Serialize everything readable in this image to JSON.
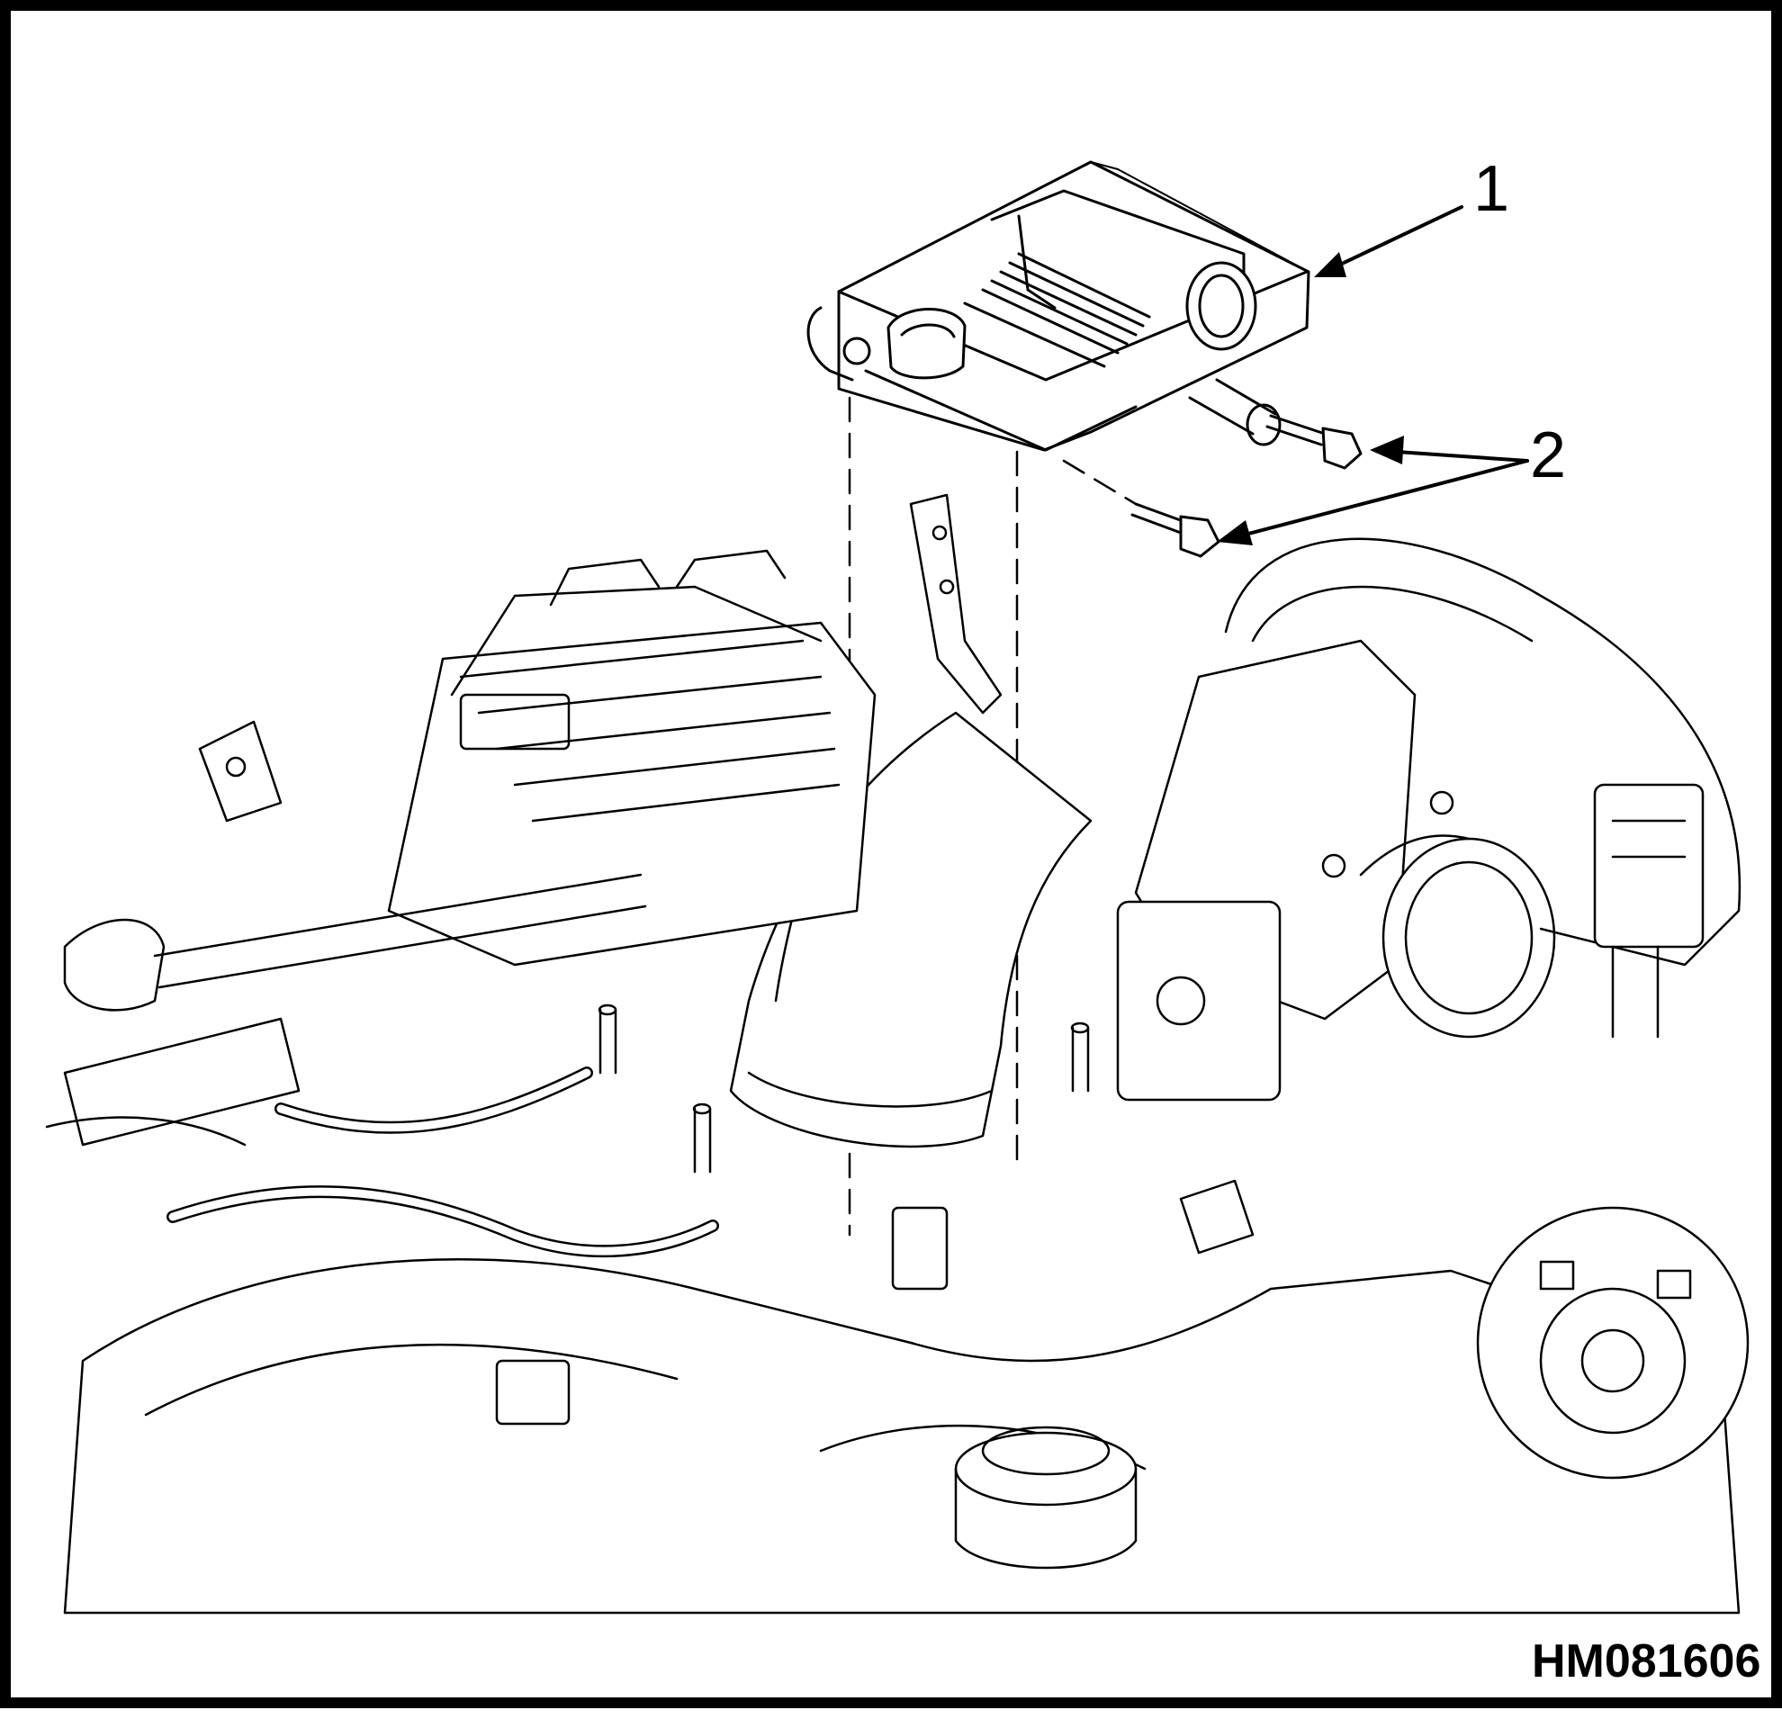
{
  "callouts": {
    "label_1": "1",
    "label_2": "2"
  },
  "figure": {
    "id": "HM081606"
  }
}
